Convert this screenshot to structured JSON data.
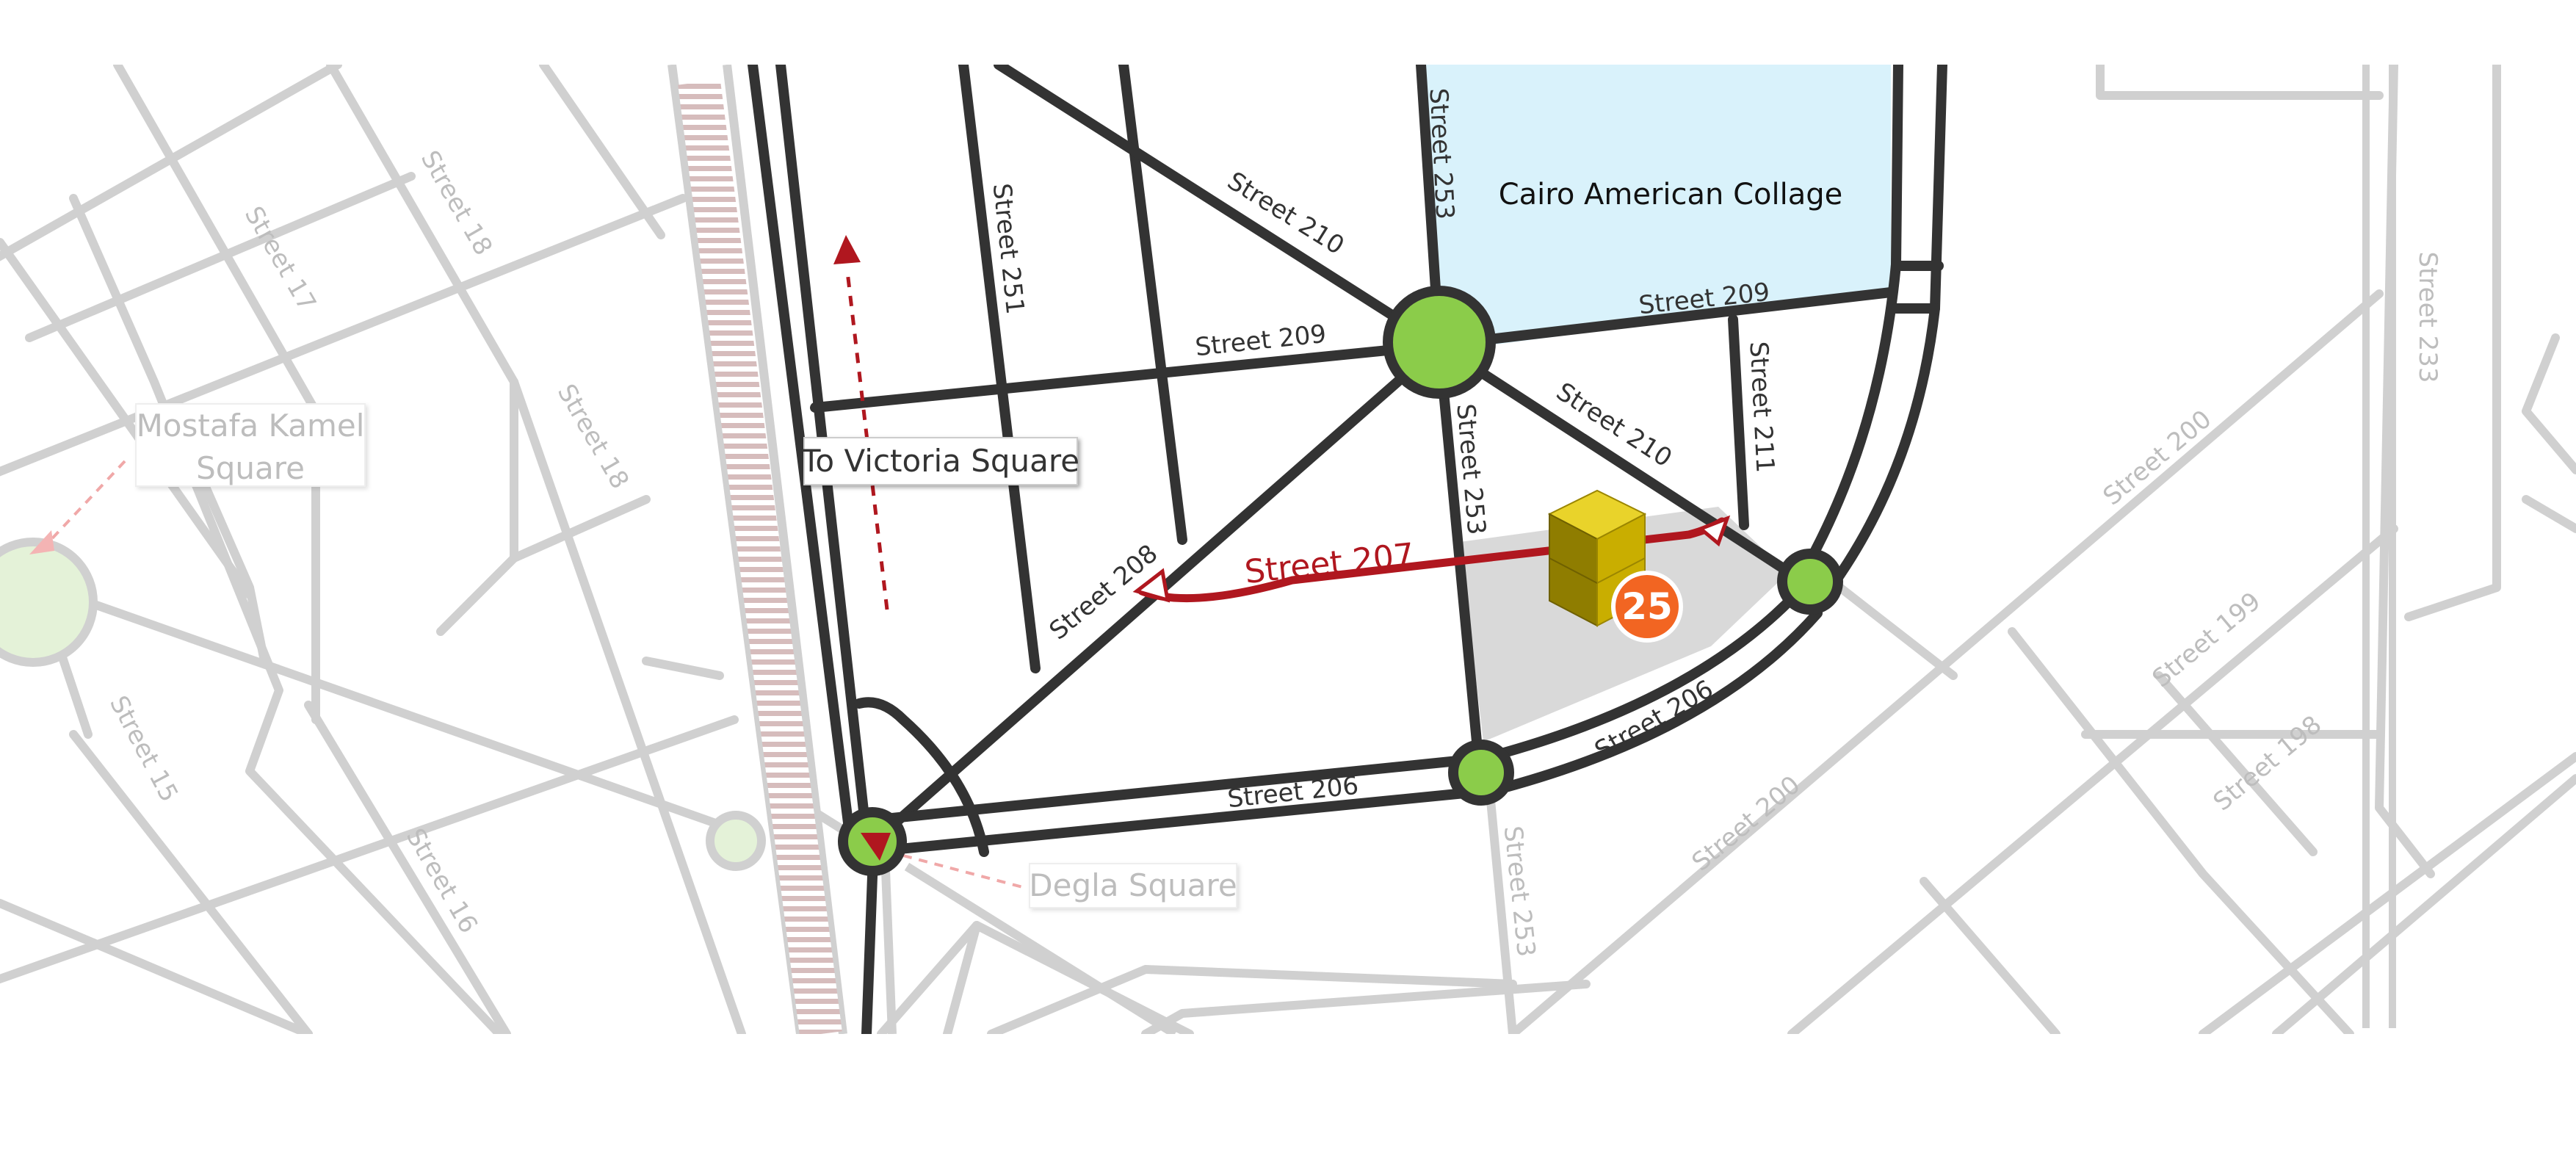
{
  "colors": {
    "background": "#ffffff",
    "road_light": "#d0d0d0",
    "road_dark": "#333333",
    "roundabout": "#8bcc4a",
    "roundabout_faded": "#e4f2d8",
    "campus": "#d9f2fb",
    "plot": "#d9d9d9",
    "route": "#b0171f",
    "badge": "#f26522",
    "building": "#d4b800",
    "railway": "#d6bcbc"
  },
  "places": {
    "campus_name": "Cairo American Collage"
  },
  "callouts": {
    "victoria": "To Victoria Square",
    "mostafa_line1": "Mostafa Kamel",
    "mostafa_line2": "Square",
    "degla": "Degla Square"
  },
  "marker": {
    "number": "25",
    "icon": "building-icon"
  },
  "highlighted_street": "Street 207",
  "streets_dark": {
    "s210_north": "Street 210",
    "s253_north": "Street 253",
    "s251": "Street 251",
    "s209_west": "Street 209",
    "s209_east": "Street 209",
    "s210_south": "Street 210",
    "s211": "Street 211",
    "s253_mid": "Street 253",
    "s208": "Street 208",
    "s206_west": "Street 206",
    "s206_east": "Street 206"
  },
  "streets_light": {
    "s18_a": "Street 18",
    "s17": "Street 17",
    "s18_b": "Street 18",
    "s15": "Street 15",
    "s16": "Street 16",
    "s253_south": "Street 253",
    "s200_a": "Street 200",
    "s200_b": "Street 200",
    "s199": "Street 199",
    "s198": "Street 198",
    "s233": "Street 233"
  }
}
